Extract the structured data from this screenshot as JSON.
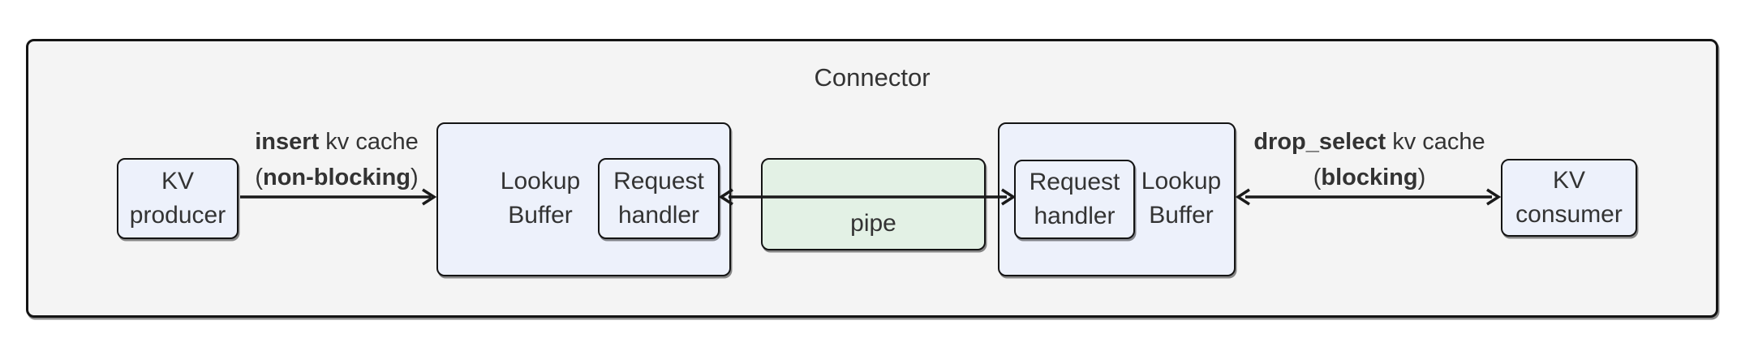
{
  "title": "Connector",
  "colors": {
    "canvas_bg": "#ffffff",
    "container_fill": "#f4f4f4",
    "node_fill": "#edf1fb",
    "pipe_fill": "#e3f1e5",
    "border": "#141414",
    "text": "#333333",
    "arrow": "#1a1a1a"
  },
  "nodes": {
    "kv_producer": {
      "lines": [
        "KV",
        "producer"
      ]
    },
    "lookup_buffer_left": {
      "lines": [
        "Lookup",
        "Buffer"
      ]
    },
    "request_handler_left": {
      "lines": [
        "Request",
        "handler"
      ]
    },
    "pipe": {
      "label": "pipe"
    },
    "request_handler_right": {
      "lines": [
        "Request",
        "handler"
      ]
    },
    "lookup_buffer_right": {
      "lines": [
        "Lookup",
        "Buffer"
      ]
    },
    "kv_consumer": {
      "lines": [
        "KV",
        "consumer"
      ]
    }
  },
  "edges": {
    "insert": {
      "line1_bold": "insert",
      "line1_rest": " kv cache",
      "line2_pre": "(",
      "line2_bold": "non-blocking",
      "line2_post": ")"
    },
    "drop_select": {
      "line1_bold": "drop_select",
      "line1_rest": " kv cache",
      "line2_pre": "(",
      "line2_bold": "blocking",
      "line2_post": ")"
    }
  }
}
